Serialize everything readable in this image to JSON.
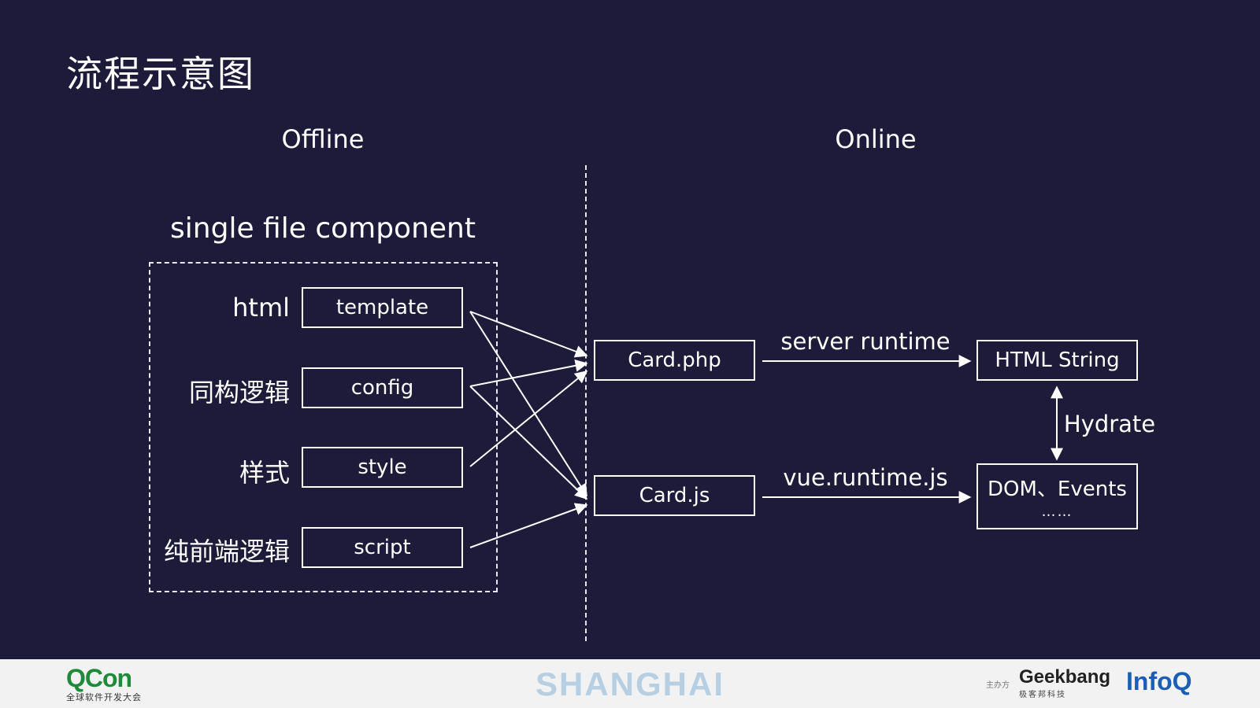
{
  "title": "流程示意图",
  "sections": {
    "offline": "Offline",
    "online": "Online"
  },
  "sfc": {
    "title": "single file component",
    "rows": [
      {
        "label": "html",
        "box": "template"
      },
      {
        "label": "同构逻辑",
        "box": "config"
      },
      {
        "label": "样式",
        "box": "style"
      },
      {
        "label": "纯前端逻辑",
        "box": "script"
      }
    ]
  },
  "outputs": {
    "card_php": "Card.php",
    "card_js": "Card.js"
  },
  "runtimes": {
    "server": "server runtime",
    "client": "vue.runtime.js"
  },
  "targets": {
    "html_string": "HTML String",
    "dom_events": "DOM、Events",
    "dom_events_more": "……"
  },
  "hydrate": "Hydrate",
  "footer": {
    "brand": "QCon",
    "brand_sub": "全球软件开发大会",
    "city": "SHANGHAI",
    "organizer_label": "主办方",
    "geekbang": "Geekbang",
    "geekbang_sub": "极客邦科技",
    "infoq": "InfoQ"
  },
  "colors": {
    "background": "#1e1a3a",
    "foreground": "#ffffff",
    "footer": "#f2f2f2"
  }
}
